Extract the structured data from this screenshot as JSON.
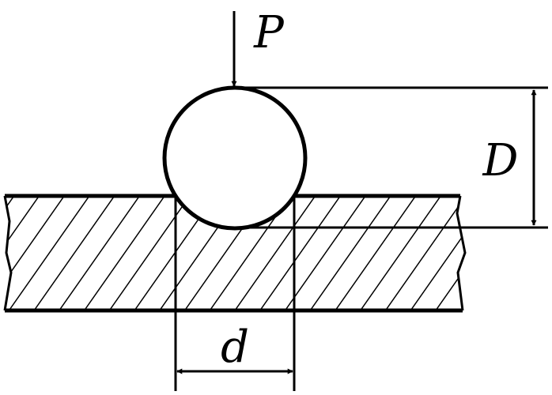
{
  "labels": {
    "force": "P",
    "ball_diameter": "D",
    "indent_diameter": "d"
  },
  "colors": {
    "stroke": "#000000",
    "background": "#ffffff"
  }
}
